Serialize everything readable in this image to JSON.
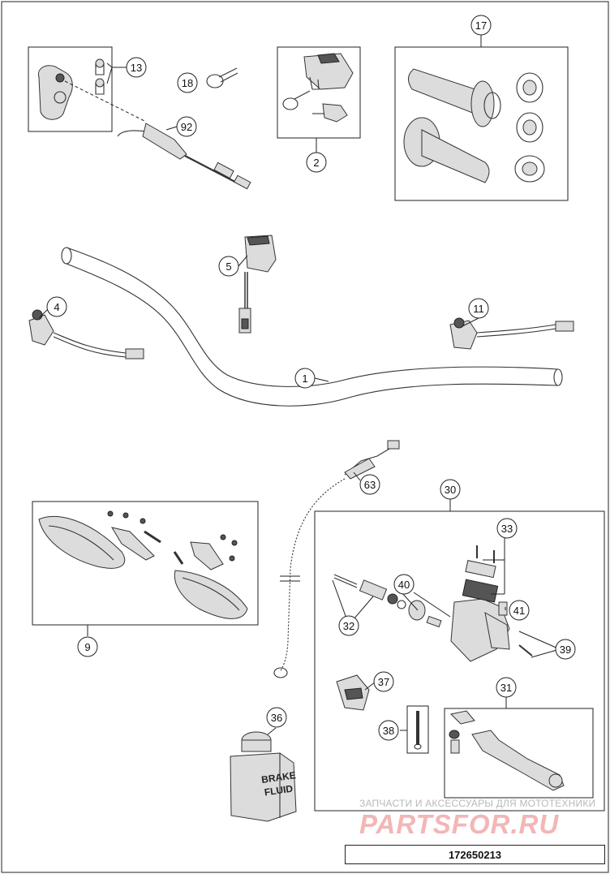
{
  "callouts": [
    "13",
    "18",
    "92",
    "2",
    "17",
    "5",
    "4",
    "11",
    "1",
    "63",
    "30",
    "9",
    "33",
    "40",
    "41",
    "32",
    "39",
    "37",
    "31",
    "36",
    "38"
  ],
  "bottle_label_line1": "BRAKE",
  "bottle_label_line2": "FLUID",
  "watermark": {
    "tagline": "ЗАПЧАСТИ И АКСЕССУАРЫ ДЛЯ МОТОТЕХНИКИ",
    "brand": "PARTSFOR.RU"
  },
  "diagram_id": "172650213",
  "colors": {
    "line": "#222222",
    "part_fill": "#dcdcdc",
    "watermark": "#f3b6b6"
  }
}
